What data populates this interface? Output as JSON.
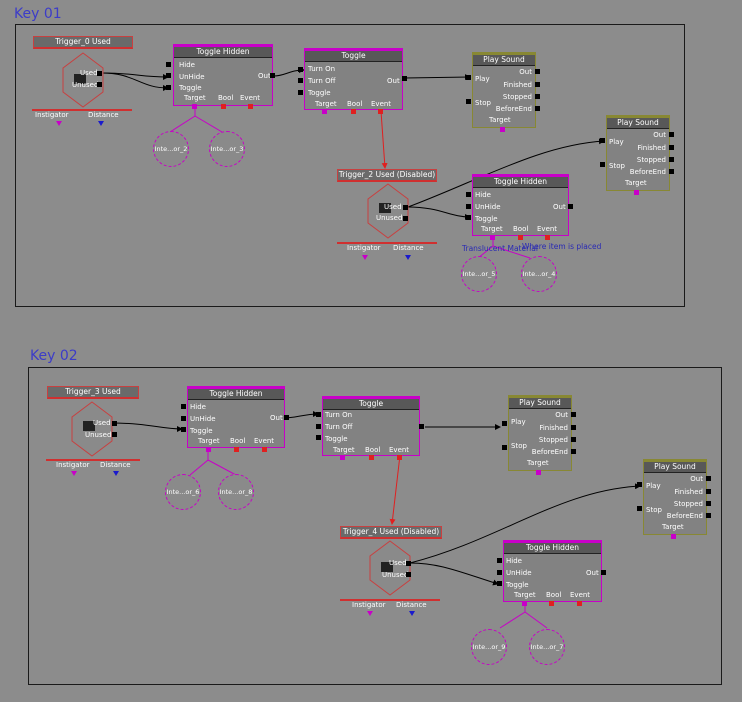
{
  "keys": {
    "k1": "Key 01",
    "k2": "Key 02"
  },
  "p": {
    "target": "Target",
    "bool": "Bool",
    "event": "Event",
    "hide": "Hide",
    "unhide": "UnHide",
    "toggle": "Toggle",
    "out": "Out",
    "turnon": "Turn On",
    "turnoff": "Turn Off",
    "play": "Play",
    "stop": "Stop",
    "finished": "Finished",
    "stopped": "Stopped",
    "beforeend": "BeforeEnd",
    "used": "Used",
    "unused": "Unused",
    "instigator": "Instigator",
    "distance": "Distance"
  },
  "titles": {
    "toggle_hidden": "Toggle Hidden",
    "toggle": "Toggle",
    "play_sound": "Play Sound"
  },
  "triggers": {
    "t0": "Trigger_0 Used",
    "t2": "Trigger_2 Used (Disabled)",
    "t3": "Trigger_3 Used",
    "t4": "Trigger_4 Used (Disabled)"
  },
  "objs": {
    "o1a": "Inte...or_2",
    "o1b": "Inte...or_3",
    "o1c": "Inte...or_5",
    "o1d": "Inte...or_4",
    "o2a": "Inte...or_6",
    "o2b": "Inte...or_8",
    "o2c": "Inte...or_9",
    "o2d": "Inte...or_7"
  },
  "notes": {
    "n1": "Translucent Material",
    "n2": "Where item is placed"
  },
  "colors": {
    "background": "#8c8c8c",
    "node": "#828282",
    "link_pink": "#c800c8",
    "link_red": "#e02020",
    "variable_blue": "#1a1acc"
  }
}
